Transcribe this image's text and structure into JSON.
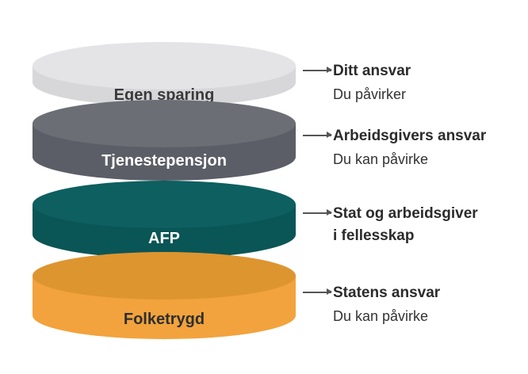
{
  "stack": {
    "layers": [
      {
        "label": "Egen sparing",
        "colors": {
          "top": "#e4e4e7",
          "side": "#d7d7da",
          "text": "#3a3a3a"
        },
        "legend": {
          "title": "Ditt ansvar",
          "subtitle": "Du påvirker"
        }
      },
      {
        "label": "Tjenestepensjon",
        "colors": {
          "top": "#6b6e75",
          "side": "#5b5e66",
          "text": "#ffffff"
        },
        "legend": {
          "title": "Arbeidsgivers ansvar",
          "subtitle": "Du kan påvirke"
        }
      },
      {
        "label": "AFP",
        "colors": {
          "top": "#0d5f60",
          "side": "#0a5556",
          "text": "#ffffff"
        },
        "legend": {
          "title": "Stat og arbeidsgiver",
          "subtitle": "i fellesskap"
        }
      },
      {
        "label": "Folketrygd",
        "colors": {
          "top": "#dd9530",
          "side": "#f2a33d",
          "text": "#2e2e2e"
        },
        "legend": {
          "title": "Statens ansvar",
          "subtitle": "Du kan påvirke"
        }
      }
    ]
  }
}
